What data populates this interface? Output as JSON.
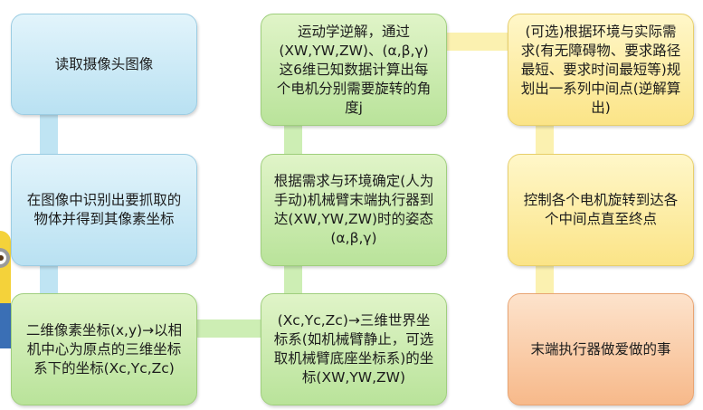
{
  "boxes": {
    "b1": "读取摄像头图像",
    "b2": "在图像中识别出要抓取的物体并得到其像素坐标",
    "b3": "二维像素坐标(x,y)→以相机中心为原点的三维坐标系下的坐标(Xc,Yc,Zc)",
    "b4": "(Xc,Yc,Zc)→三维世界坐标系(如机械臂静止，可选取机械臂底座坐标系)的坐标(XW,YW,ZW)",
    "b5": "根据需求与环境确定(人为手动)机械臂末端执行器到达(XW,YW,ZW)时的姿态(α,β,γ)",
    "b6": "运动学逆解，通过(XW,YW,ZW)、(α,β,γ)这6维已知数据计算出每个电机分别需要旋转的角度j",
    "b7": "(可选)根据环境与实际需求(有无障碍物、要求路径最短、要求时间最短等)规划出一系列中间点(逆解算出)",
    "b8": "控制各个电机旋转到达各个中间点直至终点",
    "b9": "末端执行器做爱做的事"
  },
  "colors": {
    "blue": "#c9ebf6",
    "green": "#c8eaa6",
    "yellow": "#fcec9d",
    "orange": "#f8c79c",
    "connector_blue": "#bfe4f3",
    "connector_green": "#cdeeb4",
    "connector_yellow": "#fbf1b0"
  }
}
